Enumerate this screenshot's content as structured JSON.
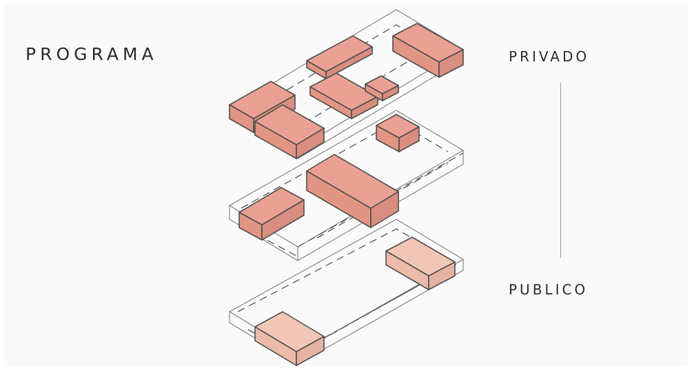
{
  "title": "PROGRAMA",
  "scale": {
    "top_label": "PRIVADO",
    "bottom_label": "PUBLICO"
  },
  "colors": {
    "private_block": "#eaa193",
    "private_block_dark": "#d98e80",
    "public_block": "#f2c6b6",
    "public_block_dark": "#e5b3a2",
    "outline": "#4d4d4d",
    "plate_line": "#7a7a7a",
    "background": "#fafafa",
    "text": "#2a2a2a"
  },
  "levels": [
    {
      "name": "upper",
      "kind": "private",
      "blocks": 6
    },
    {
      "name": "middle",
      "kind": "private",
      "blocks": 3
    },
    {
      "name": "lower",
      "kind": "public",
      "blocks": 2
    }
  ]
}
